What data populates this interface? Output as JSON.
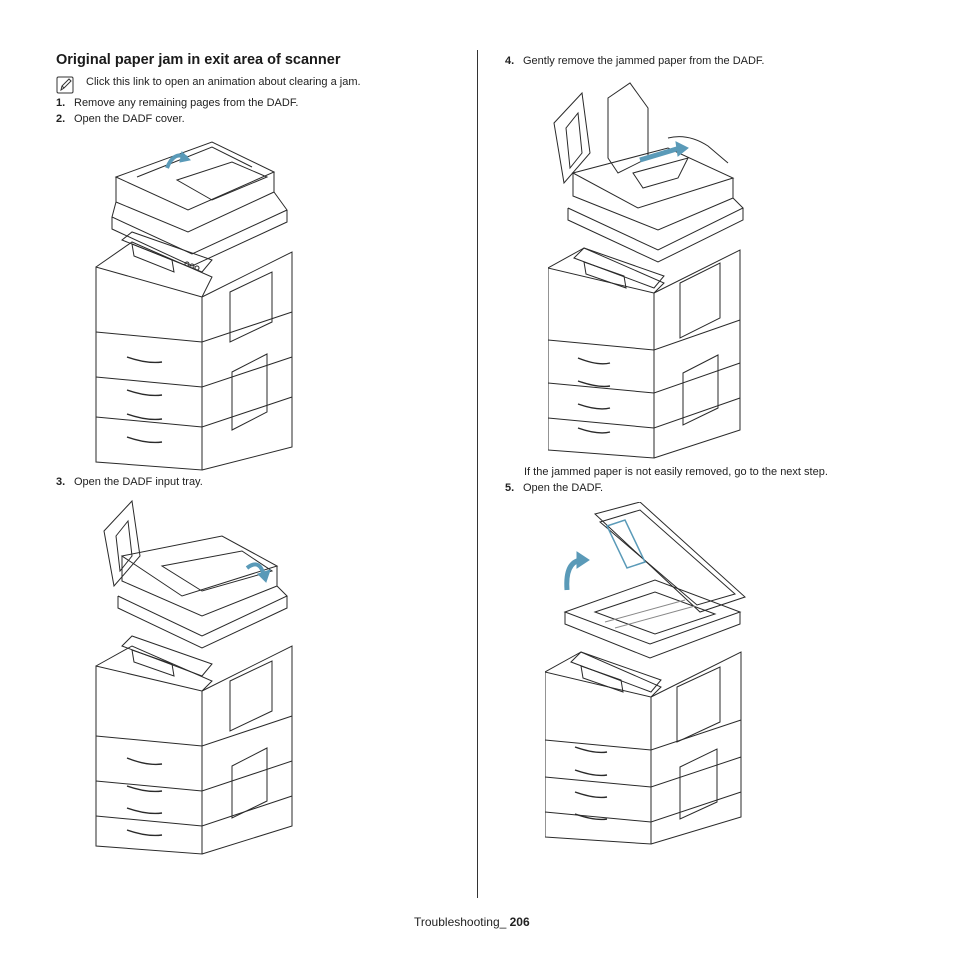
{
  "section_title": "Original paper jam in exit area of scanner",
  "note": {
    "icon": "note-pencil-icon",
    "text": "Click this link to open an animation about clearing a jam."
  },
  "steps": [
    {
      "num": "1.",
      "text": "Remove any remaining pages from the DADF."
    },
    {
      "num": "2.",
      "text": "Open the DADF cover."
    },
    {
      "num": "3.",
      "text": "Open the DADF input tray."
    },
    {
      "num": "4.",
      "text": "Gently remove the jammed paper from the DADF."
    },
    {
      "num": "5.",
      "text": "Open the DADF."
    }
  ],
  "step4_followup": "If the jammed paper is not easily removed, go to the next step.",
  "footer": {
    "label": "Troubleshooting_ ",
    "page": "206"
  },
  "colors": {
    "arrow": "#5a9ab8",
    "line": "#2a2a2a"
  }
}
